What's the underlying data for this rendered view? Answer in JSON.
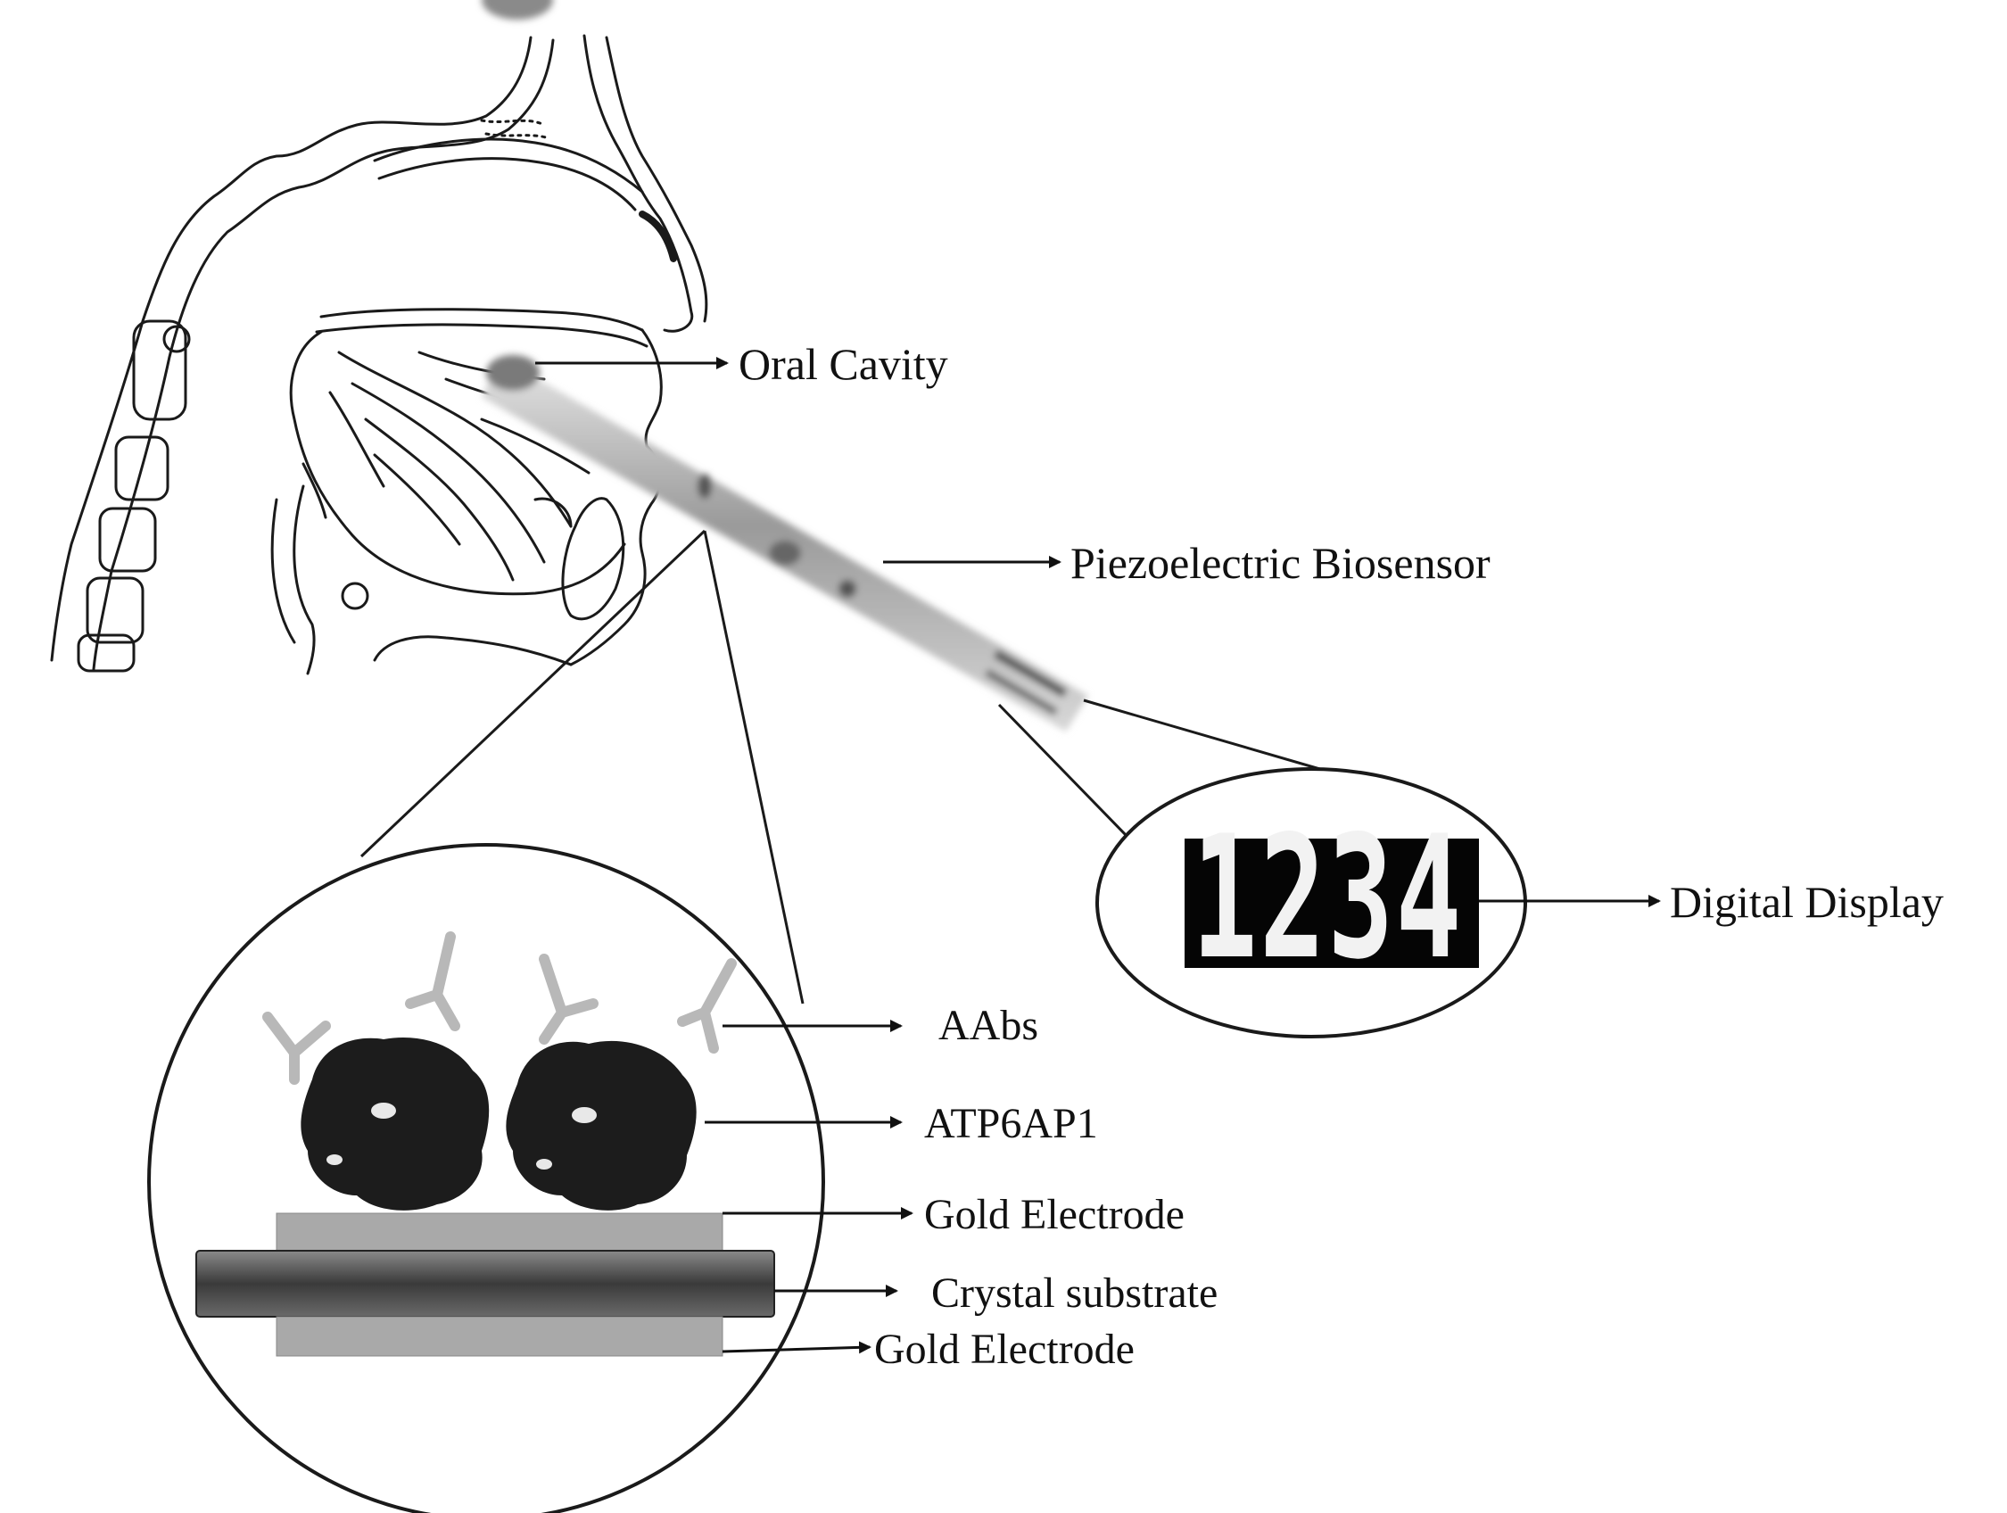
{
  "figure": {
    "labels": {
      "oral_cavity": "Oral Cavity",
      "piezoelectric_biosensor": "Piezoelectric Biosensor",
      "digital_display": "Digital Display",
      "aabs": "AAbs",
      "atp6ap1": "ATP6AP1",
      "gold_electrode_top": "Gold Electrode",
      "crystal_substrate": "Crystal substrate",
      "gold_electrode_bottom": "Gold Electrode"
    },
    "display_reading": "1234"
  },
  "colors": {
    "line": "#1a1a1a",
    "gold_electrode": "#a9a9a9",
    "crystal": "#4a4a4a",
    "protein": "#1c1c1c",
    "antibody": "#b8b8b8",
    "display_bg": "#050505"
  }
}
